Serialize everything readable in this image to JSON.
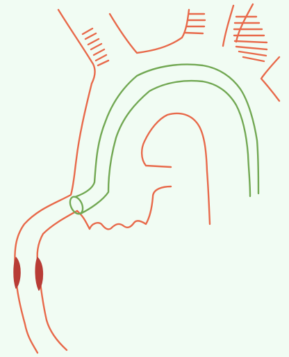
{
  "diagram": {
    "background_color": "#f1fcf3",
    "vessel_color": "#e8694a",
    "stent_graft_color": "#72a853",
    "stenosis_color": "#b83c36",
    "parts": [
      "aortic-arch-outer-wall",
      "aortic-arch-inner-wall",
      "brachiocephalic-trunk",
      "left-common-carotid-artery",
      "left-subclavian-artery",
      "descending-aorta",
      "ascending-aorta-root",
      "iliac-artery",
      "stenosis",
      "stent-graft"
    ]
  }
}
